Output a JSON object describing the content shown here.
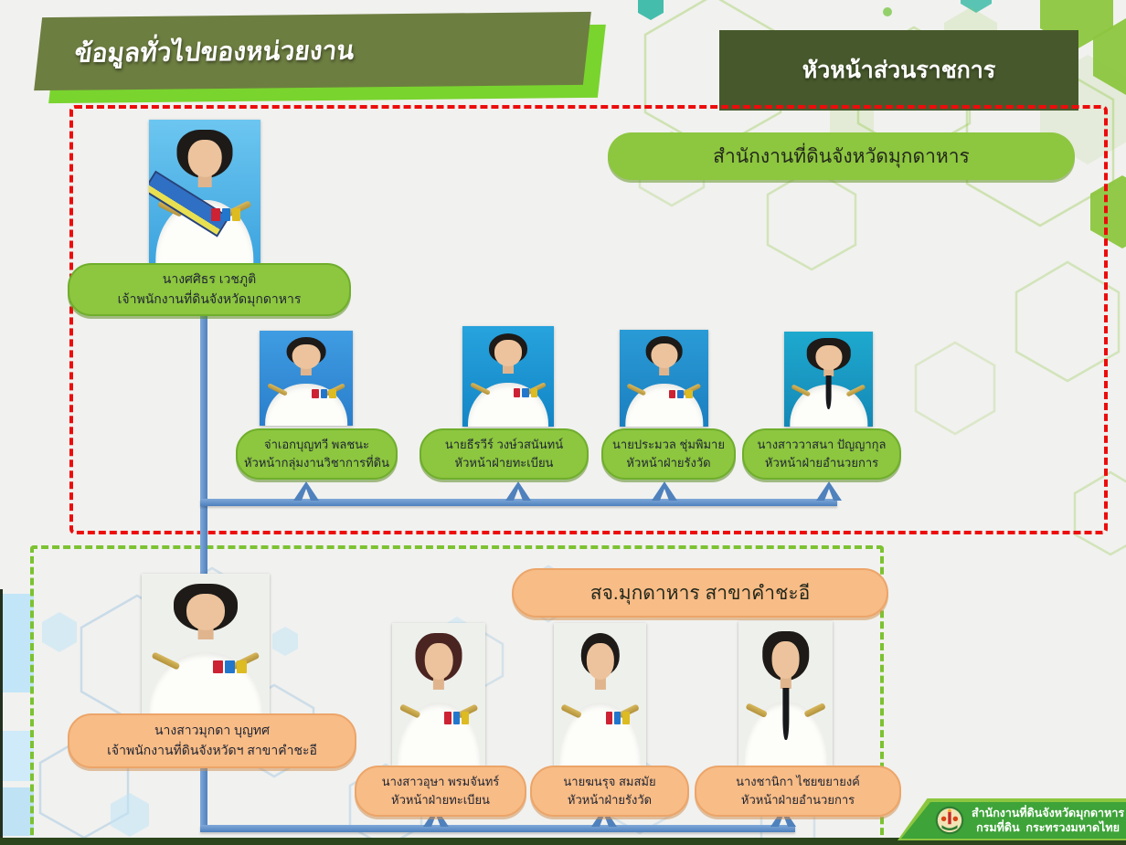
{
  "header": {
    "title_banner": "ข้อมูลทั่วไปของหน่วยงาน",
    "right_banner": "หัวหน้าส่วนราชการ"
  },
  "colors": {
    "banner_olive": "#6d7e41",
    "banner_bright_green": "#79d42e",
    "banner_dark_green": "#47592c",
    "pill_green": "#8dc63f",
    "pill_orange": "#f8bc86",
    "box_red_dashed": "#ec0c0c",
    "box_green_dashed": "#7cc231",
    "connector_blue": "#4f81bd",
    "footer_green": "#3ea339"
  },
  "sections": [
    {
      "title": "สำนักงานที่ดินจังหวัดมุกดาหาร",
      "head": {
        "name": "นางศศิธร เวชภูติ",
        "role": "เจ้าพนักงานที่ดินจังหวัดมุกดาหาร"
      },
      "members": [
        {
          "name": "จ่าเอกบุญทวี พลชนะ",
          "role": "หัวหน้ากลุ่มงานวิชาการที่ดิน"
        },
        {
          "name": "นายธีรวีร์ วงษ์วสนันทน์",
          "role": "หัวหน้าฝ่ายทะเบียน"
        },
        {
          "name": "นายประมวล ชุ่มพิมาย",
          "role": "หัวหน้าฝ่ายรังวัด"
        },
        {
          "name": "นางสาววาสนา ปัญญากุล",
          "role": "หัวหน้าฝ่ายอำนวยการ"
        }
      ]
    },
    {
      "title": "สจ.มุกดาหาร สาขาคำชะอี",
      "head": {
        "name": "นางสาวมุกดา บุญทศ",
        "role": "เจ้าพนักงานที่ดินจังหวัดฯ สาขาคำชะอี"
      },
      "members": [
        {
          "name": "นางสาวอุษา พรมจันทร์",
          "role": "หัวหน้าฝ่ายทะเบียน"
        },
        {
          "name": "นายฆนรุจ สมสมัย",
          "role": "หัวหน้าฝ่ายรังวัด"
        },
        {
          "name": "นางชานิกา ไชยขยายงค์",
          "role": "หัวหน้าฝ่ายอำนวยการ"
        }
      ]
    }
  ],
  "footer": {
    "line1": "สำนักงานที่ดินจังหวัดมุกดาหาร",
    "line2": "กรมที่ดิน  กระทรวงมหาดไทย",
    "logo": "department-of-lands-seal"
  }
}
